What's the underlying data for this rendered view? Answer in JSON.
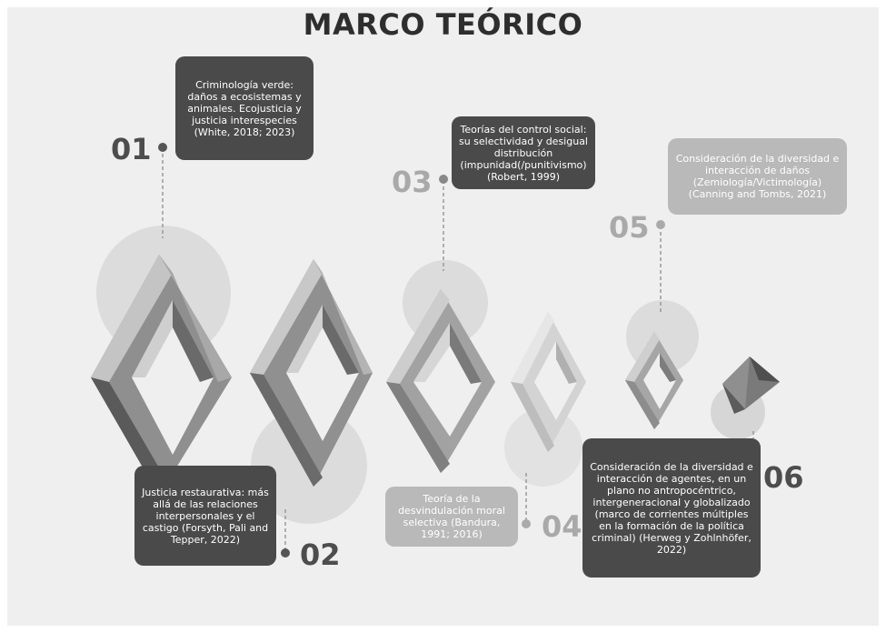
{
  "title": "MARCO TEÓRICO",
  "items": [
    {
      "number": "01",
      "text": "Criminología verde: daños a ecosistemas y animales. Ecojusticia y justicia interespecies (White, 2018; 2023)"
    },
    {
      "number": "02",
      "text": "Justicia restaurativa: más allá de las relaciones interpersonales y el castigo (Forsyth, Pali and Tepper, 2022)"
    },
    {
      "number": "03",
      "text": "Teorías del control social: su selectividad y desigual distribución (impunidad(/punitivismo) (Robert, 1999)"
    },
    {
      "number": "04",
      "text": "Teoría de la desvindulación moral selectiva (Bandura, 1991; 2016)"
    },
    {
      "number": "05",
      "text": "Consideración de la diversidad e interacción de daños (Zemiología/Victimología) (Canning and Tombs, 2021)"
    },
    {
      "number": "06",
      "text": "Consideración de la diversidad e interacción de agentes, en un plano no antropocéntrico, intergeneracional y globalizado (marco de corrientes múltiples en la formación de la política criminal) (Herweg y Zohlnhöfer, 2022)"
    }
  ],
  "colors": {
    "dark_box": "#4a4a4a",
    "light_box": "#b9b9b9",
    "background": "#efefef"
  }
}
